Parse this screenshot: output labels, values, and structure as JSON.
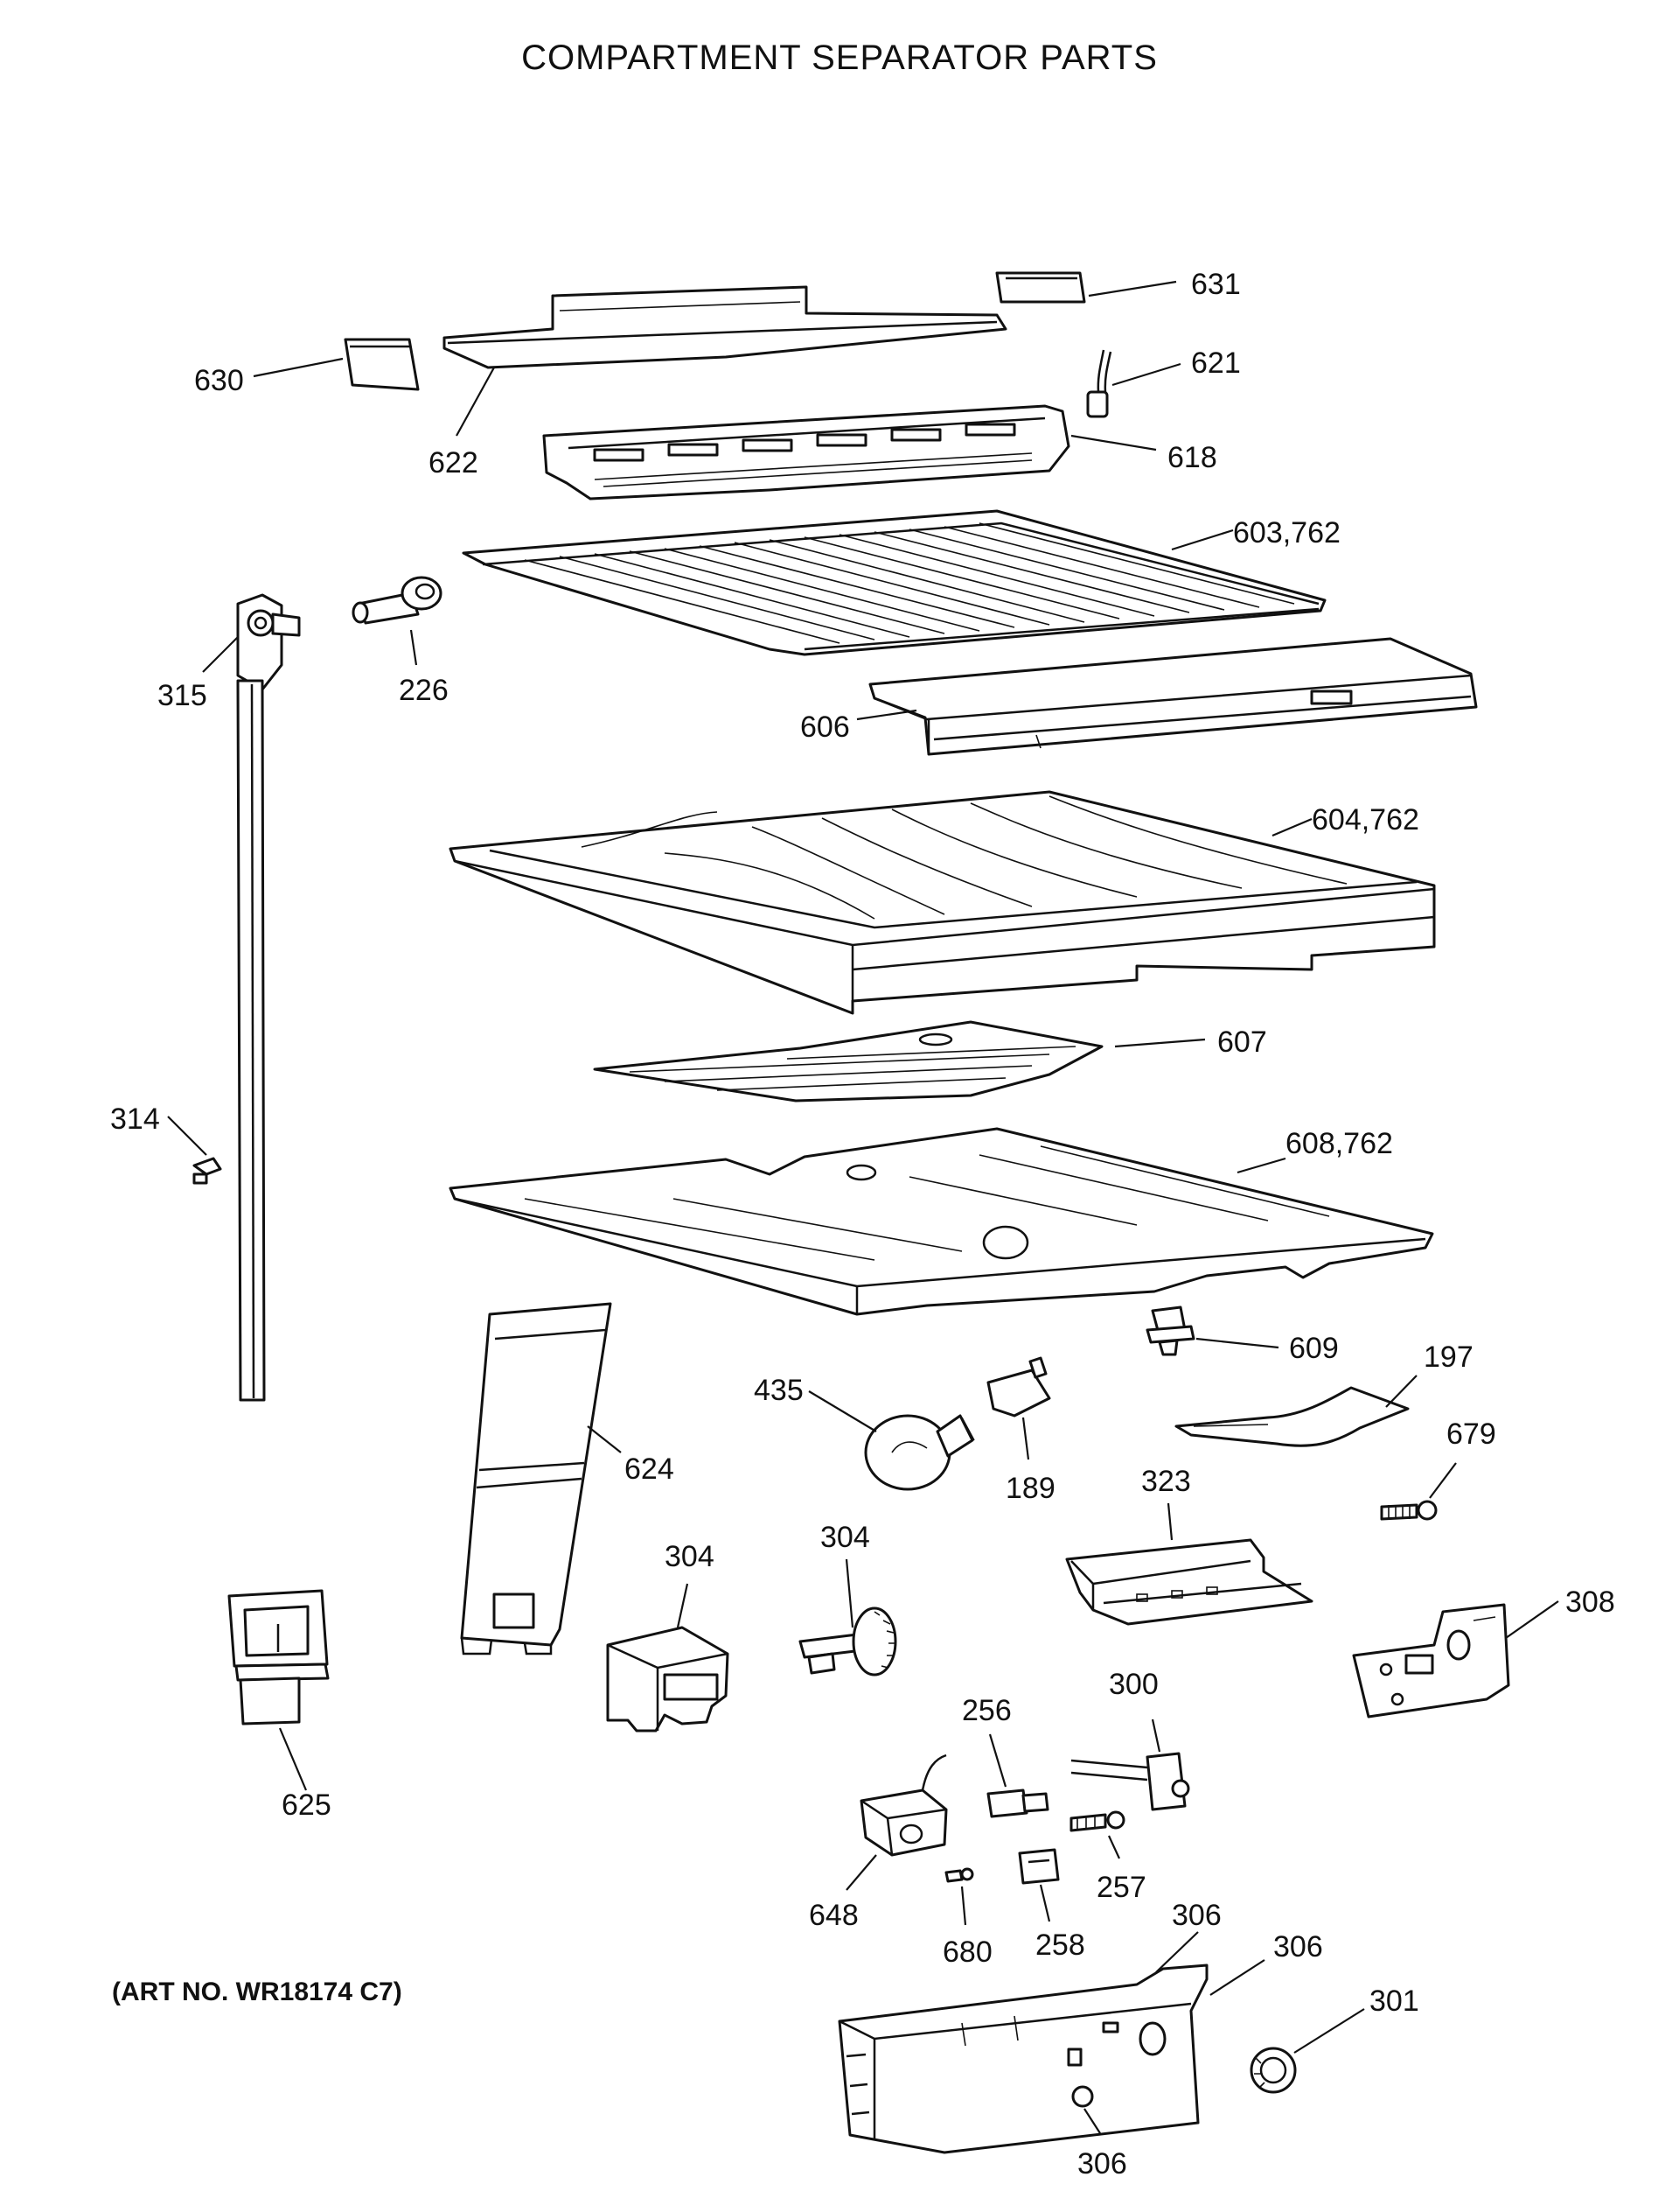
{
  "title": "COMPARTMENT SEPARATOR PARTS",
  "art_number": "(ART NO. WR18174 C7)",
  "callouts": {
    "p631": "631",
    "p630": "630",
    "p621": "621",
    "p622": "622",
    "p618": "618",
    "p603": "603,762",
    "p315": "315",
    "p226": "226",
    "p606": "606",
    "p604": "604,762",
    "p607": "607",
    "p314": "314",
    "p608": "608,762",
    "p609": "609",
    "p197": "197",
    "p435": "435",
    "p624": "624",
    "p189": "189",
    "p679": "679",
    "p323": "323",
    "p304a": "304",
    "p304b": "304",
    "p308": "308",
    "p625": "625",
    "p300": "300",
    "p256": "256",
    "p257": "257",
    "p648": "648",
    "p258": "258",
    "p680": "680",
    "p306a": "306",
    "p306b": "306",
    "p301": "301",
    "p306c": "306"
  }
}
